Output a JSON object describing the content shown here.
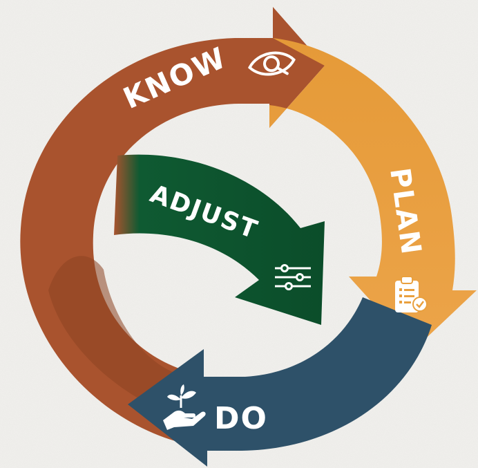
{
  "cycle": {
    "know": {
      "label": "KNOW",
      "icon": "eye-search-icon",
      "color": "#a9532e"
    },
    "plan": {
      "label": "PLAN",
      "icon": "clipboard-check-icon",
      "color": "#e9a03e"
    },
    "do": {
      "label": "DO",
      "icon": "hand-plant-icon",
      "color": "#2e5169"
    },
    "adjust": {
      "label": "ADJUST",
      "icon": "sliders-icon",
      "color": "#0f5a32"
    }
  },
  "background_color": "#f2f1ee"
}
